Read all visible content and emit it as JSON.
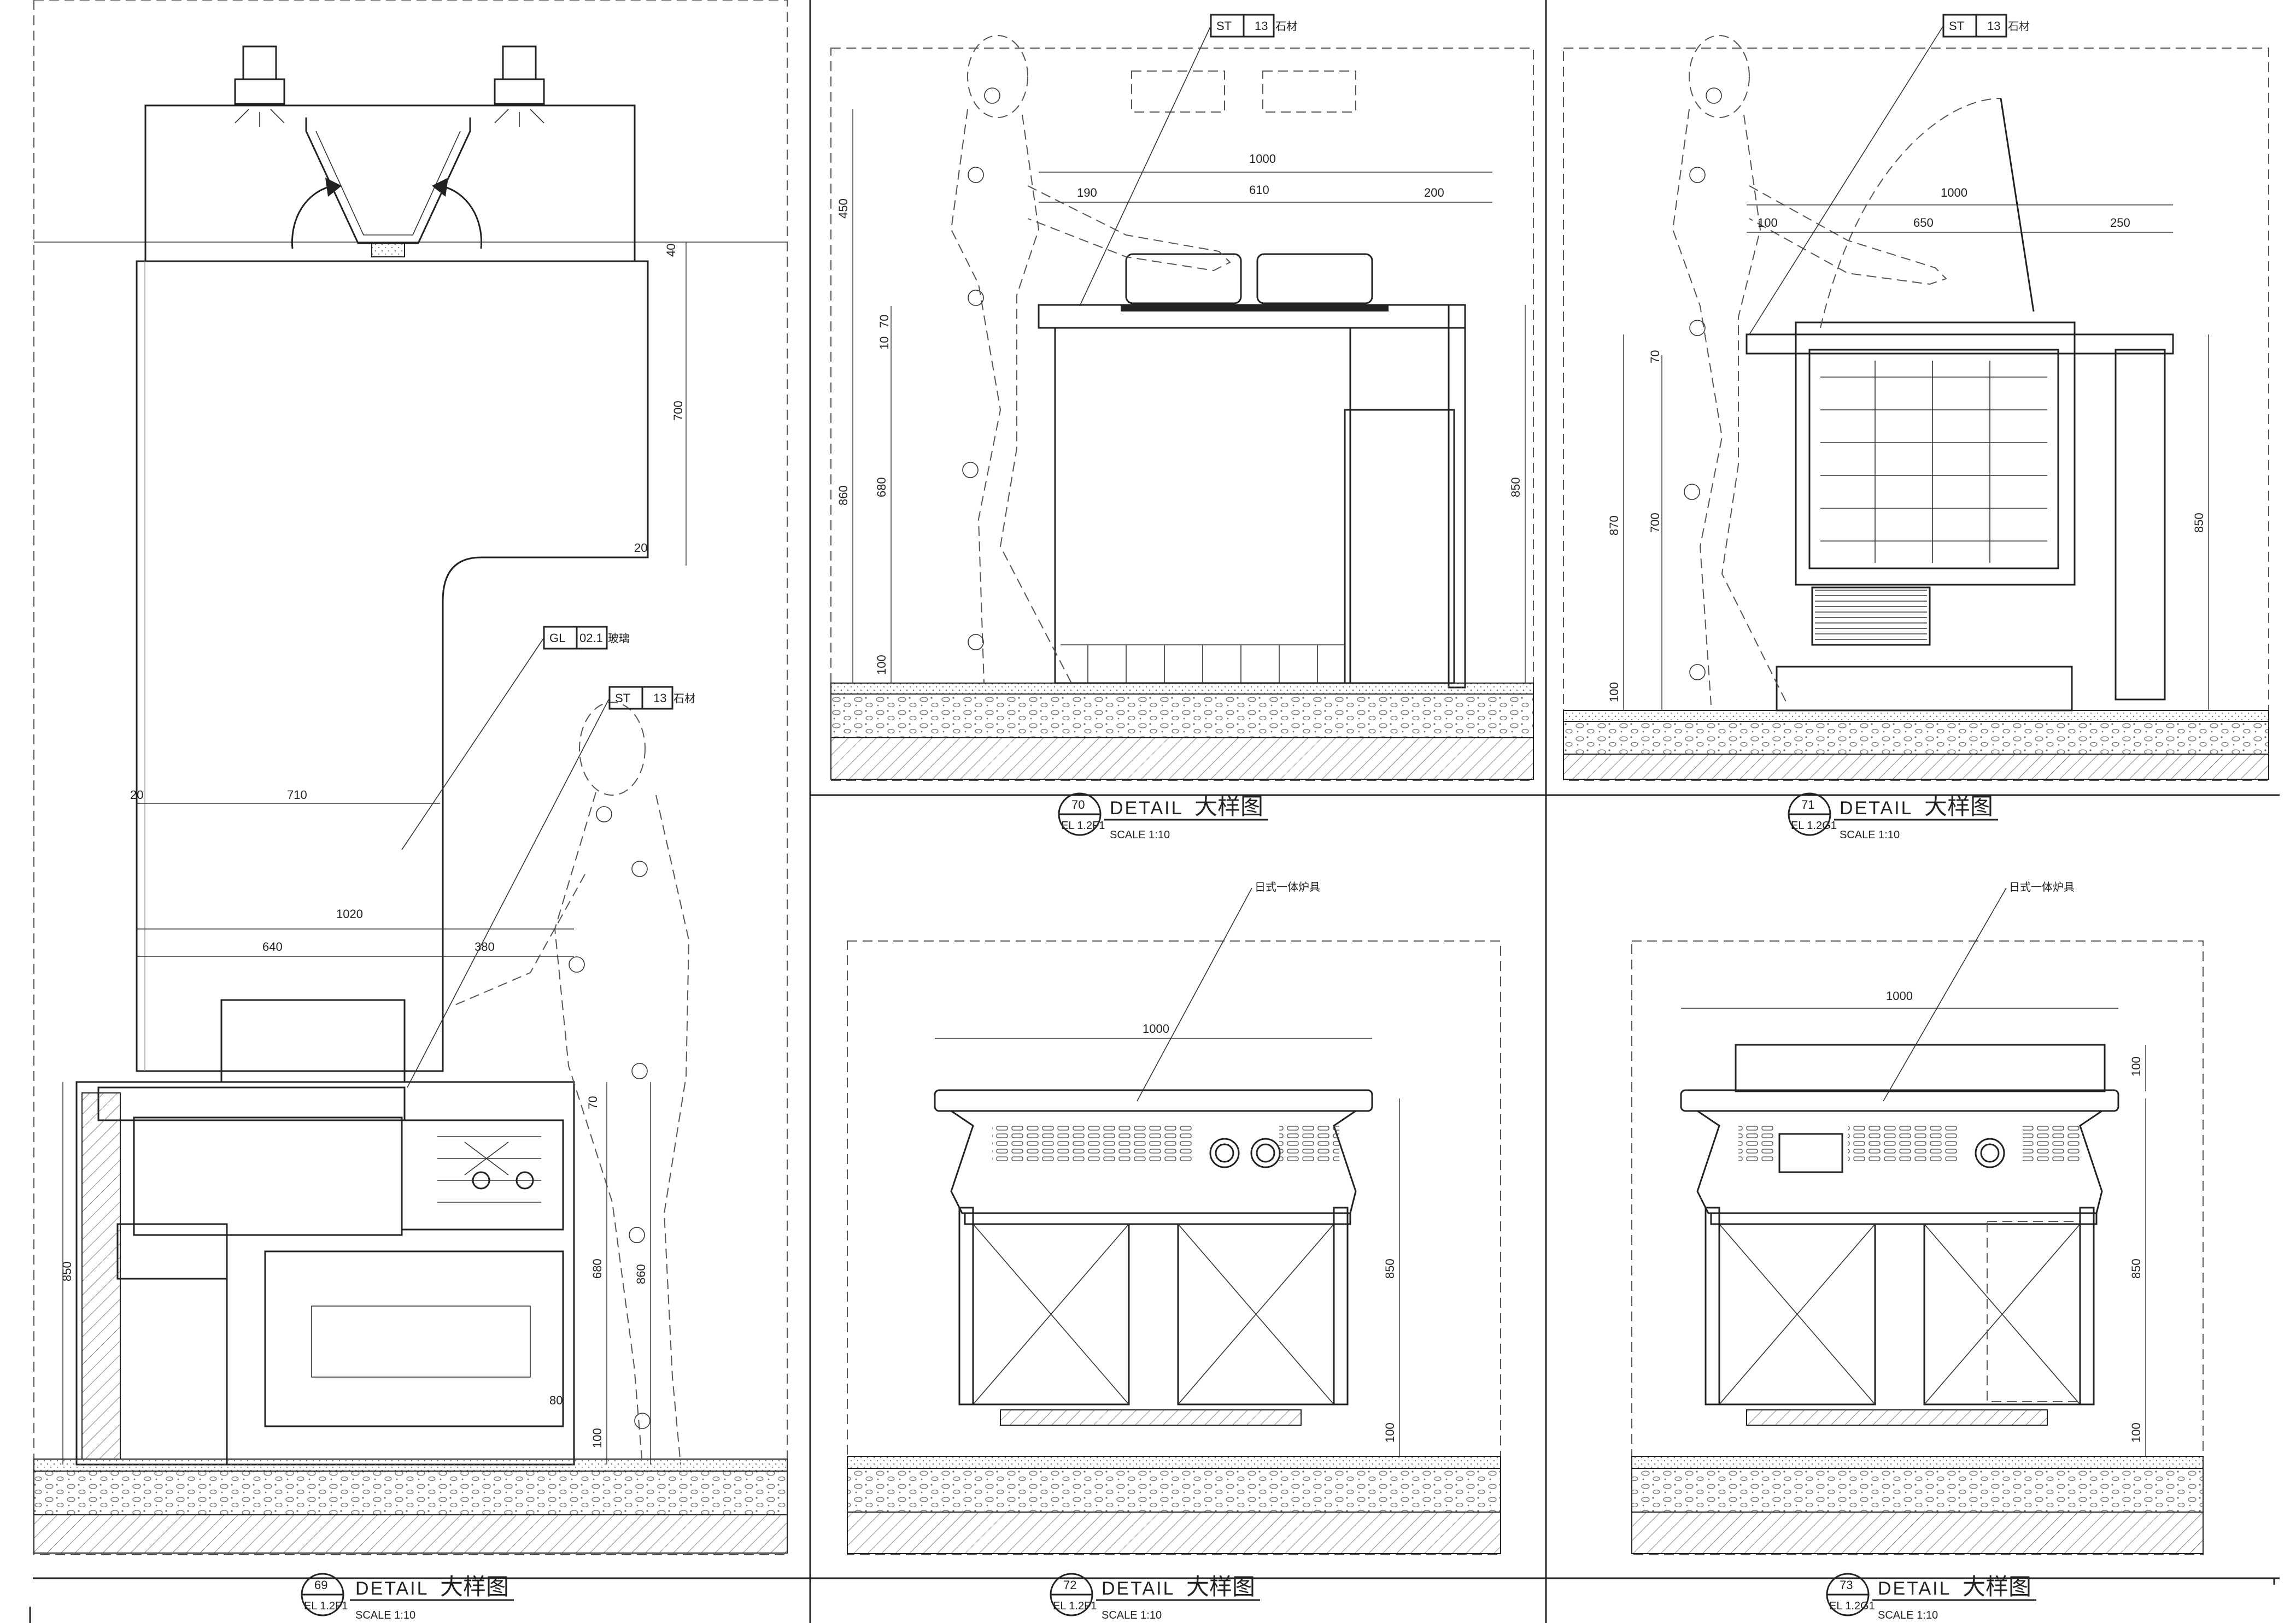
{
  "details": [
    {
      "id": "d69",
      "number": "69",
      "sheet": "EL 1.2F1",
      "title_en": "DETAIL",
      "title_cn": "大样图",
      "scale": "SCALE   1:10",
      "tags": [
        {
          "code": "GL",
          "num": "02.1",
          "note": "玻璃"
        },
        {
          "code": "ST",
          "num": "13",
          "note": "石材"
        }
      ],
      "dims": [
        "40",
        "700",
        "20",
        "20",
        "710",
        "1020",
        "640",
        "380",
        "850",
        "70",
        "680",
        "860",
        "80",
        "100"
      ]
    },
    {
      "id": "d70",
      "number": "70",
      "sheet": "EL 1.2F1",
      "title_en": "DETAIL",
      "title_cn": "大样图",
      "scale": "SCALE   1:10",
      "tags": [
        {
          "code": "ST",
          "num": "13",
          "note": "石材"
        }
      ],
      "dims": [
        "1000",
        "190",
        "610",
        "200",
        "450",
        "10",
        "70",
        "680",
        "860",
        "850",
        "100"
      ]
    },
    {
      "id": "d71",
      "number": "71",
      "sheet": "EL 1.2G1",
      "title_en": "DETAIL",
      "title_cn": "大样图",
      "scale": "SCALE   1:10",
      "tags": [
        {
          "code": "ST",
          "num": "13",
          "note": "石材"
        }
      ],
      "dims": [
        "1000",
        "100",
        "650",
        "250",
        "70",
        "700",
        "870",
        "850",
        "100"
      ]
    },
    {
      "id": "d72",
      "number": "72",
      "sheet": "EL 1.2F1",
      "title_en": "DETAIL",
      "title_cn": "大样图",
      "scale": "SCALE   1:10",
      "callout": "日式一体炉具",
      "dims": [
        "1000",
        "850",
        "100"
      ]
    },
    {
      "id": "d73",
      "number": "73",
      "sheet": "EL 1.2G1",
      "title_en": "DETAIL",
      "title_cn": "大样图",
      "scale": "SCALE   1:10",
      "callout": "日式一体炉具",
      "dims": [
        "1000",
        "100",
        "850",
        "100"
      ]
    }
  ],
  "colors": {
    "line": "#222222",
    "paper": "#ffffff"
  }
}
